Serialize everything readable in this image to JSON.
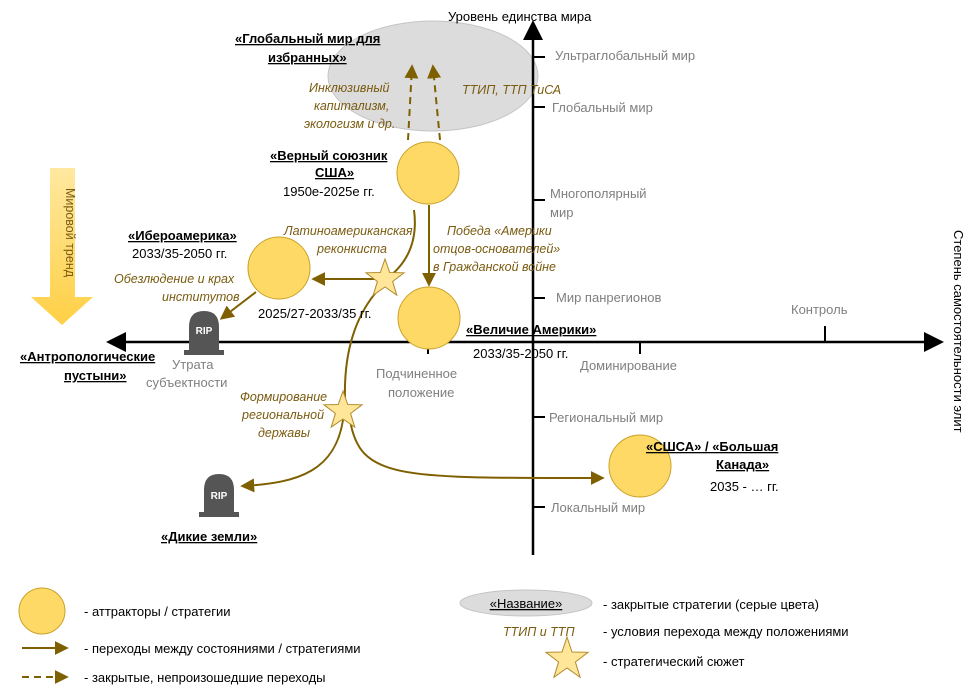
{
  "axes": {
    "vertical_title": "Уровень единства мира",
    "horizontal_title": "Степень самостоятельности элит",
    "vertical_ticks": [
      "Ультраглобальный мир",
      "Глобальный мир",
      "Многополярный",
      "мир",
      "Мир панрегионов",
      "Региональный мир",
      "Локальный  мир"
    ],
    "horizontal_ticks": [
      "Подчиненное",
      "положение",
      "Доминирование",
      "Контроль"
    ],
    "left_extra": [
      "Утрата",
      "субъектности"
    ]
  },
  "trend": "Мировой тренд",
  "closed": {
    "title_line1": "«Глобальный мир для",
    "title_line2": "избранных»",
    "note": "ТТИП, ТТП ТиСА"
  },
  "attractors": {
    "ally_line1": "«Верный союзник",
    "ally_line2": "США»",
    "ally_years": "1950е-2025е гг.",
    "ibero": "«Ибероамерика»",
    "ibero_years": "2033/35-2050 гг.",
    "ibero_below": "2025/27-2033/35  гг.",
    "greatness": "«Величие Америки»",
    "greatness_years": "2033/35-2050 гг.",
    "ussa_line1": "«СШСА» / «Большая",
    "ussa_line2": "Канада»",
    "ussa_years": "2035 - … гг.",
    "anthropo_line1": "«Антропологические",
    "anthropo_line2": "пустыни»",
    "wild": "«Дикие земли»"
  },
  "conditions": {
    "inclusive": [
      "Инклюзивный",
      "капитализм,",
      "экологизм и др."
    ],
    "latino": [
      "Латиноамериканская",
      "реконкиста"
    ],
    "victory": [
      "Победа «Америки",
      "отцов-основателей»",
      "в Гражданской войне"
    ],
    "decay": [
      "Обезлюдение и крах",
      "институтов"
    ],
    "regional": [
      "Формирование",
      "региональной",
      "державы"
    ]
  },
  "tombstone_label": "RIP",
  "legend": {
    "attractors": "- аттракторы  / стратегии",
    "transitions": "- переходы между состояниями / стратегиями",
    "closed_transitions": "- закрытые, непроизошедшие переходы",
    "name_sample": "«Название»",
    "closed_strategies": "- закрытые стратегии (серые цвета)",
    "condition_sample": "ТТИП и ТТП",
    "conditions": "- условия перехода между положениями",
    "plot": "- стратегический сюжет"
  },
  "colors": {
    "attractor_fill": "#ffd966",
    "attractor_stroke": "#c9a22b",
    "arrow": "#7f6000",
    "condition_text": "#7a5b10",
    "closed_fill": "#dcdcdc"
  }
}
